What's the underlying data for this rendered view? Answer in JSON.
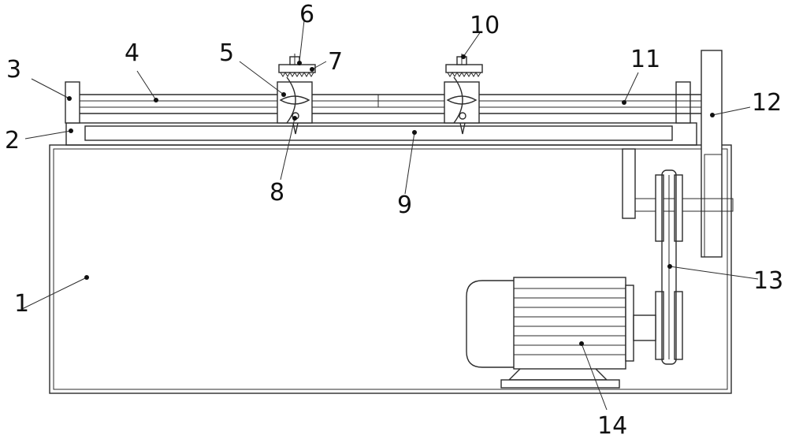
{
  "labels": {
    "l1": "1",
    "l2": "2",
    "l3": "3",
    "l4": "4",
    "l5": "5",
    "l6": "6",
    "l7": "7",
    "l8": "8",
    "l9": "9",
    "l10": "10",
    "l11": "11",
    "l12": "12",
    "l13": "13",
    "l14": "14"
  }
}
